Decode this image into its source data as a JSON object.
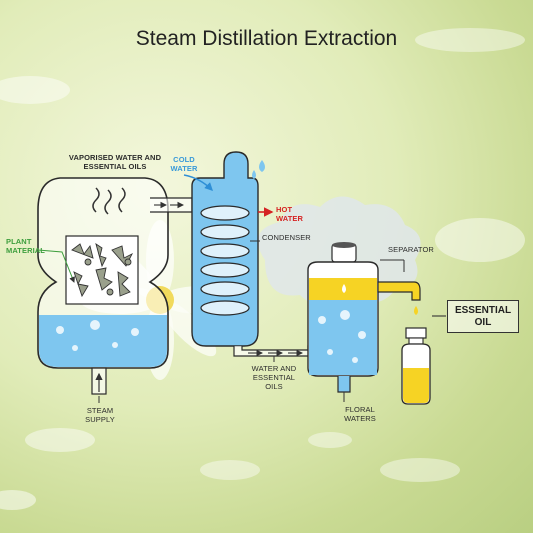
{
  "title": "Steam Distillation Extraction",
  "labels": {
    "vaporised": "VAPORISED WATER AND ESSENTIAL OILS",
    "cold_water": "COLD WATER",
    "hot_water": "HOT WATER",
    "plant_material": "PLANT MATERIAL",
    "condenser": "CONDENSER",
    "separator": "SEPARATOR",
    "essential_oil": "ESSENTIAL OIL",
    "water_oils": "WATER AND ESSENTIAL OILS",
    "steam_supply": "STEAM SUPPLY",
    "floral_waters": "FLORAL WATERS"
  },
  "colors": {
    "water": "#7ec6ef",
    "oil": "#f6d324",
    "hot_arrow": "#d52323",
    "cold_arrow": "#2f8fd6",
    "plant_label": "#3d9e3d"
  }
}
